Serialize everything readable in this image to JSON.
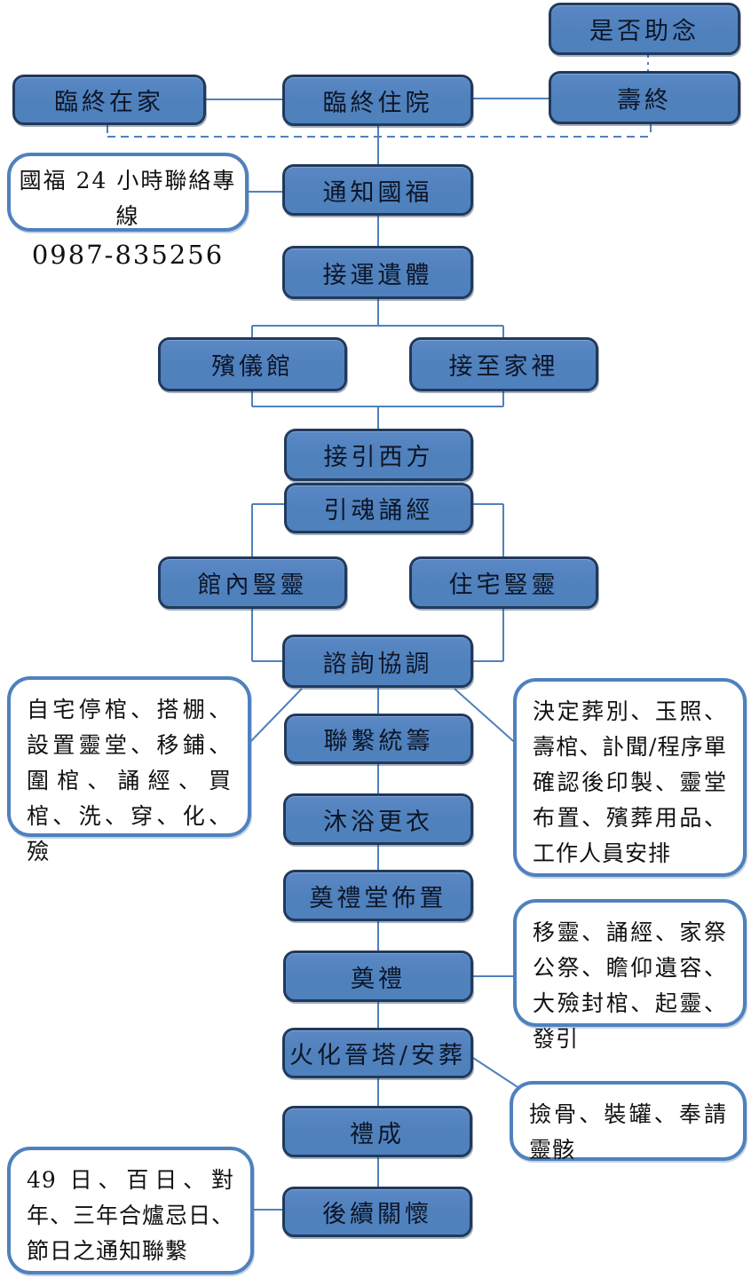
{
  "diagram": {
    "title_semantic": "funeral-service-process-flowchart",
    "colors": {
      "box_fill": "#4f81bd",
      "box_border": "#20395c",
      "box_text": "#0d1526",
      "connector": "#4f81bd",
      "callout_border": "#4f81bd",
      "callout_fill": "#ffffff",
      "callout_text": "#111111"
    },
    "nodes": [
      {
        "id": "should-chant",
        "label": "是否助念"
      },
      {
        "id": "dying-at-home",
        "label": "臨終在家"
      },
      {
        "id": "dying-in-hospital",
        "label": "臨終住院"
      },
      {
        "id": "natural-death",
        "label": "壽終"
      },
      {
        "id": "notify-guofu",
        "label": "通知國福"
      },
      {
        "id": "transport-body",
        "label": "接運遺體"
      },
      {
        "id": "funeral-parlor",
        "label": "殯儀館"
      },
      {
        "id": "receive-home",
        "label": "接至家裡"
      },
      {
        "id": "guide-to-west",
        "label": "接引西方"
      },
      {
        "id": "soul-chanting",
        "label": "引魂誦經"
      },
      {
        "id": "parlor-altar",
        "label": "館內豎靈"
      },
      {
        "id": "home-altar",
        "label": "住宅豎靈"
      },
      {
        "id": "consultation",
        "label": "諮詢協調"
      },
      {
        "id": "liaison-planning",
        "label": "聯繫統籌"
      },
      {
        "id": "bathing-dressing",
        "label": "沐浴更衣"
      },
      {
        "id": "hall-setup",
        "label": "奠禮堂佈置"
      },
      {
        "id": "memorial-ceremony",
        "label": "奠禮"
      },
      {
        "id": "cremation-burial",
        "label": "火化晉塔/安葬"
      },
      {
        "id": "ceremony-complete",
        "label": "禮成"
      },
      {
        "id": "follow-up-care",
        "label": "後續關懷"
      }
    ],
    "callouts": [
      {
        "id": "hotline",
        "line1": "國福 24 小時聯絡專線",
        "line2": "0987-835256"
      },
      {
        "id": "home-arrangements",
        "text": "自宅停棺、搭棚、設置靈堂、移鋪、圍棺、誦經、買棺、洗、穿、化、殮"
      },
      {
        "id": "funeral-decisions",
        "text": "決定葬別、玉照、壽棺、訃聞/程序單確認後印製、靈堂布置、殯葬用品、工作人員安排"
      },
      {
        "id": "ceremony-details",
        "text": "移靈、誦經、家祭公祭、瞻仰遺容、大殮封棺、起靈、發引"
      },
      {
        "id": "bone-collection",
        "text": "撿骨、裝罐、奉請靈骸"
      },
      {
        "id": "memorial-dates",
        "text": "49 日、百日、對年、三年合爐忌日、節日之通知聯繫"
      }
    ]
  }
}
